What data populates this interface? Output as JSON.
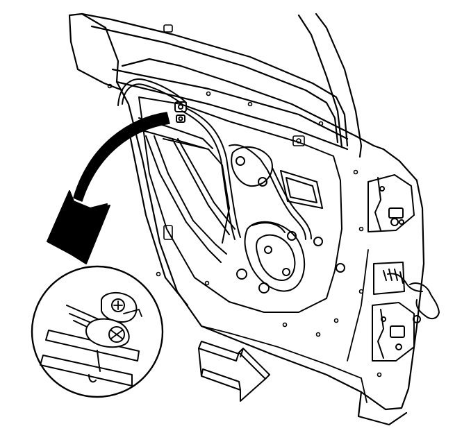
{
  "figure": {
    "background": "#ffffff",
    "ink": "#000000",
    "components": [
      "door-shell",
      "window-frame",
      "inner-panel",
      "window-regulator",
      "wiring-harness",
      "hinges",
      "door-check",
      "detail-callout",
      "removal-arrow",
      "direction-arrow"
    ]
  }
}
